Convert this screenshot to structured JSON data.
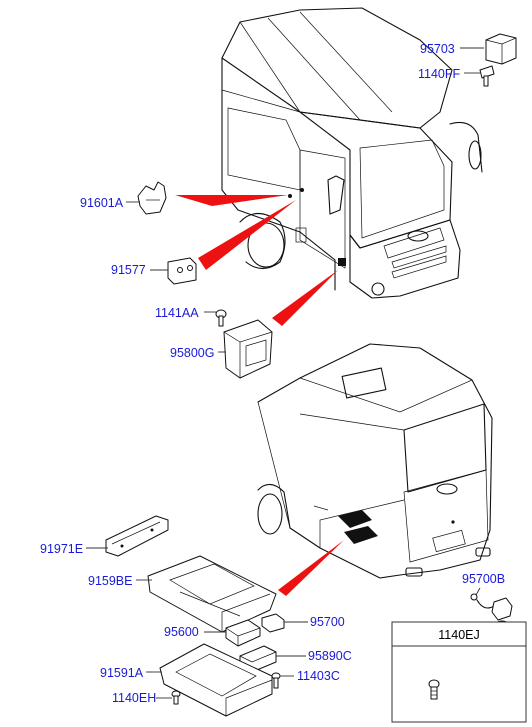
{
  "labels": {
    "p95703": "95703",
    "p1140ff": "1140FF",
    "p91601a": "91601A",
    "p91577": "91577",
    "p1141aa": "1141AA",
    "p95800g": "95800G",
    "p91971e": "91971E",
    "p9159be": "9159BE",
    "p95700b": "95700B",
    "p95600": "95600",
    "p95700": "95700",
    "p95890c": "95890C",
    "p91591a": "91591A",
    "p11403c": "11403C",
    "p1140eh": "1140EH"
  },
  "inset_box": {
    "title": "1140EJ"
  },
  "colors": {
    "label": "#1a1ad6",
    "pointer_arrow": "#ee1111",
    "line": "#111111"
  }
}
